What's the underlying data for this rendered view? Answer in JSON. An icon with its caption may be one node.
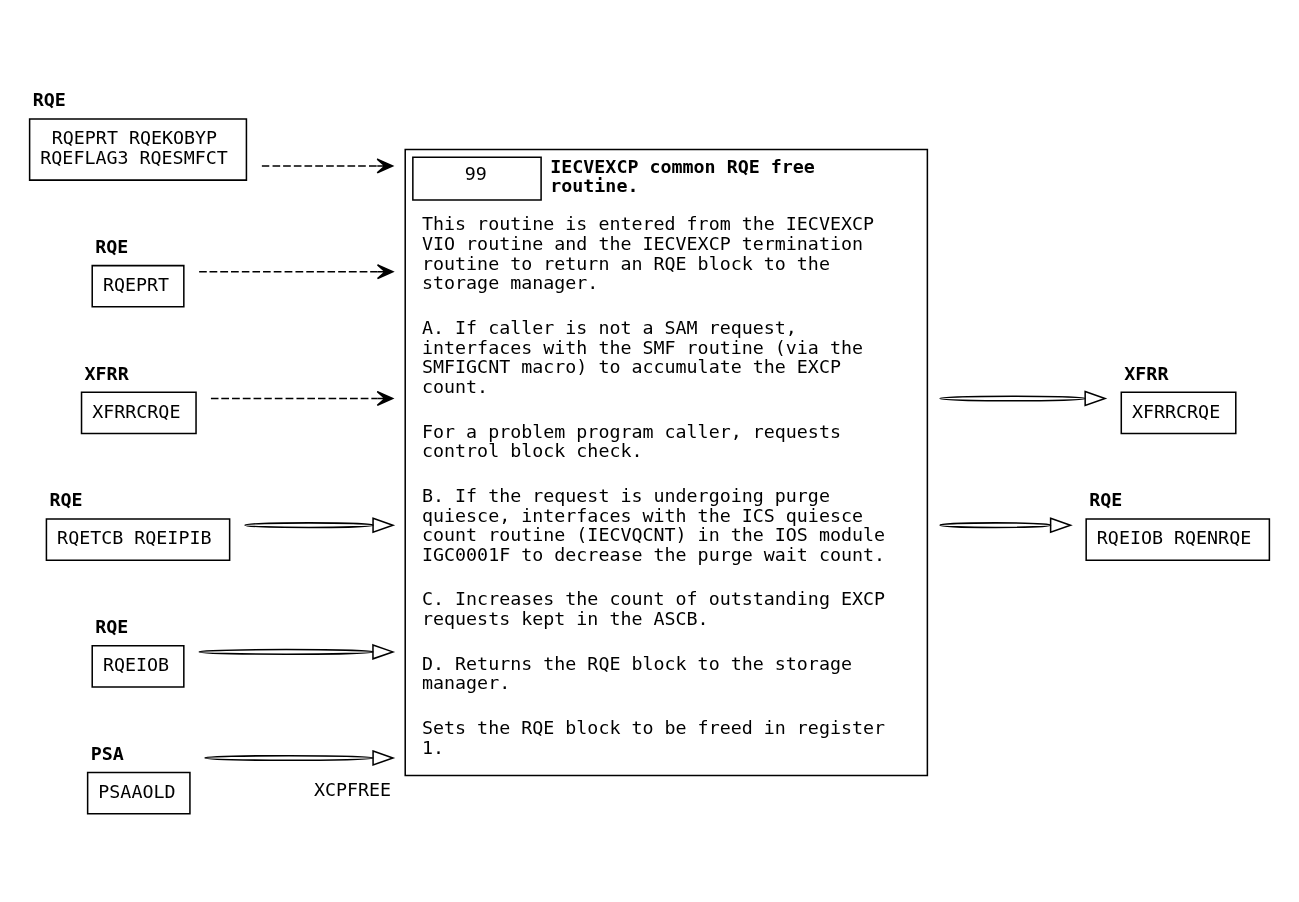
{
  "diagram": {
    "nodes": [
      {
        "text": [
          "RQE",
          "RQEPRT RQEKOBYP RQEFLAG3 RQESMFCT"
        ]
      },
      {
        "text": [
          "RQE",
          "RQEPRT"
        ]
      },
      {
        "text": [
          "XFRR",
          "XFRRCRQE"
        ]
      },
      {
        "text": [
          "RQE",
          "RQETCB RQEIPIB"
        ]
      },
      {
        "text": [
          "RQE",
          "RQEIOB"
        ]
      },
      {
        "text": [
          "PSA",
          "PSAAOLD"
        ]
      },
      {
        "text": [
          "99",
          "IECVEXCP common RQE free routine.",
          "This routine is entered from the IECVEXCP VIO routine and the IECVEXCP termination routine to return an RQE block to the storage manager.",
          "A. If caller is not a SAM request, interfaces with the SMF routine (via the SMFIGCNT macro) to accumulate the EXCP count.",
          "For a problem program caller, requests control block check.",
          "B. If the request is undergoing purge quiesce, interfaces with the ICS quiesce count routine (IECVQCNT) in the IOS module IGC0001F to decrease the purge wait count.",
          "C. Increases the count of outstanding EXCP requests kept in the ASCB.",
          "D. Returns the RQE block to the storage manager.",
          "Sets the RQE block to be freed in register 1."
        ],
        "beside": [
          "XCPFREE"
        ]
      },
      {
        "text": [
          "XFRR",
          "XFRRCRQE"
        ]
      },
      {
        "text": [
          "RQE",
          "RQEIOB RQENRQE"
        ]
      }
    ],
    "edges": [
      {
        "from": 0,
        "to": 6,
        "arrow": "to",
        "style": "dashed"
      },
      {
        "from": 1,
        "to": 6,
        "arrow": "to",
        "style": "dashed"
      },
      {
        "from": 2,
        "to": 6,
        "arrow": "to",
        "style": "dashed"
      },
      {
        "from": 3,
        "to": 6,
        "arrow": "to"
      },
      {
        "from": 4,
        "to": 6,
        "arrow": "to"
      },
      {
        "from": 5,
        "to": 6,
        "arrow": "to"
      },
      {
        "from": 6,
        "to": 7,
        "arrow": "to"
      },
      {
        "from": 6,
        "to": 8,
        "arrow": "to"
      }
    ]
  }
}
